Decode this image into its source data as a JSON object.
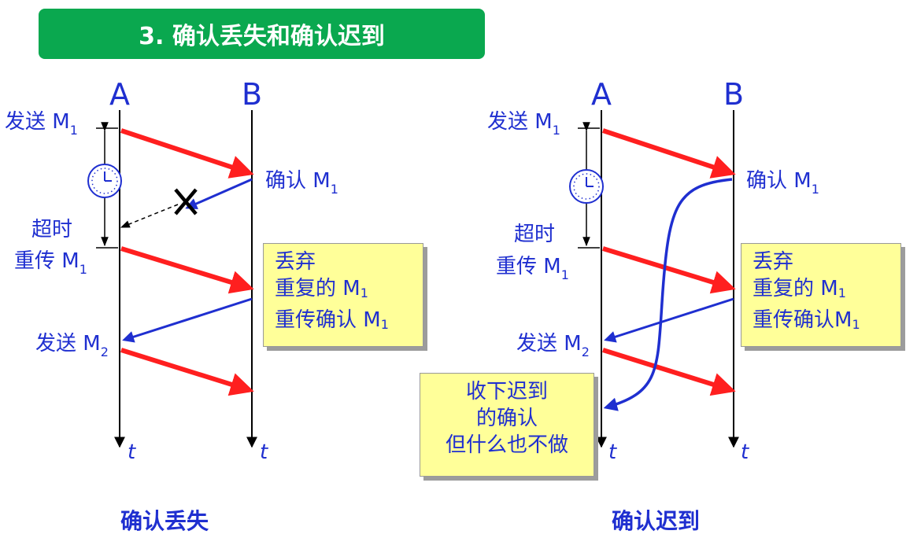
{
  "title": "3. 确认丢失和确认迟到",
  "node_a": "A",
  "node_b": "B",
  "time_axis": "t",
  "msg_m": "M",
  "sub_1": "1",
  "sub_2": "2",
  "left": {
    "send_m1": "发送 ",
    "ack_m1": "确认 ",
    "timeout": "超时",
    "resend_m1": "重传 ",
    "send_m2": "发送 ",
    "note": [
      "丢弃",
      "重复的 M",
      "重传确认 M"
    ],
    "caption": "确认丢失"
  },
  "right": {
    "send_m1": "发送 ",
    "ack_m1": "确认 ",
    "timeout": "超时",
    "resend_m1": "重传 ",
    "send_m2": "发送 ",
    "note": [
      "丢弃",
      "重复的 M",
      "重传确认M"
    ],
    "note2": [
      "收下迟到",
      "的确认",
      "但什么也不做"
    ],
    "caption": "确认迟到"
  },
  "colors": {
    "title_bg": "#0aa84f",
    "data_arrow": "#ff1f1f",
    "ack_arrow": "#1f2fd0",
    "note_bg": "#ffff99",
    "lost_mark": "#000000"
  },
  "icons": [
    "clock-icon",
    "lost-cross-icon"
  ]
}
